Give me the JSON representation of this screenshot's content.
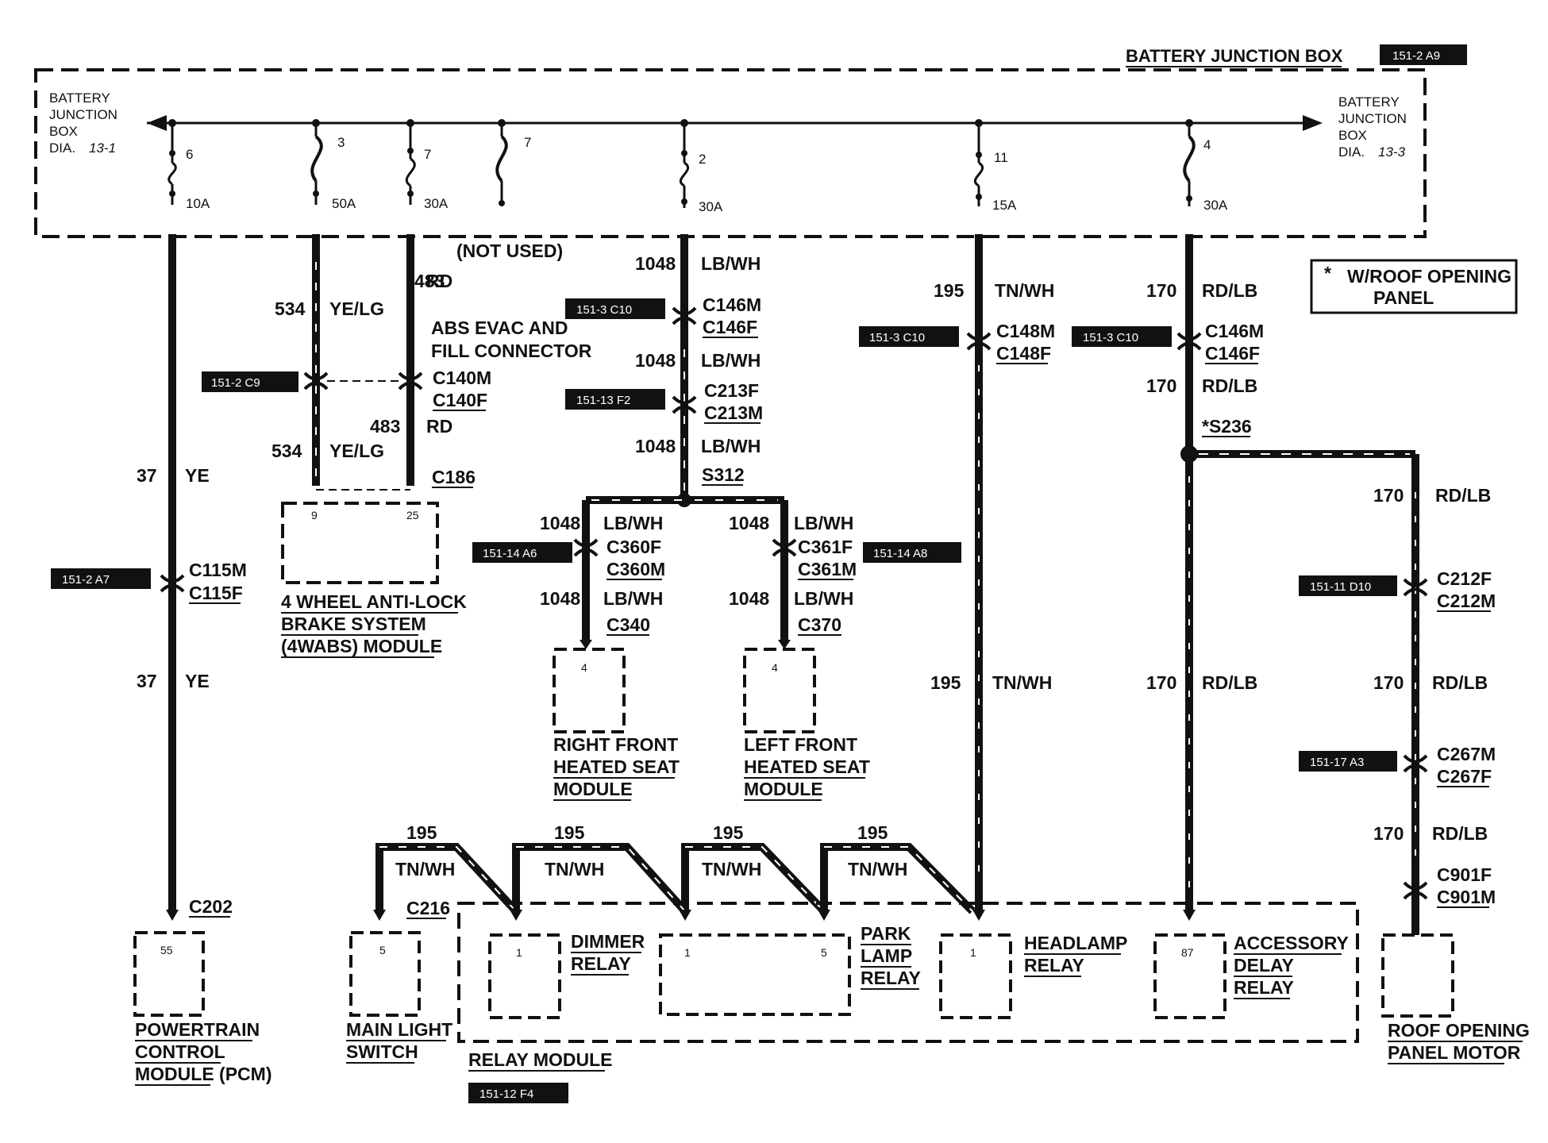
{
  "header": {
    "title": "BATTERY JUNCTION BOX",
    "ref": "151-2  A9"
  },
  "bjb_left": {
    "l1": "BATTERY",
    "l2": "JUNCTION",
    "l3": "BOX",
    "l4": "DIA.",
    "dia": "13-1"
  },
  "bjb_right": {
    "l1": "BATTERY",
    "l2": "JUNCTION",
    "l3": "BOX",
    "l4": "DIA.",
    "dia": "13-3"
  },
  "fuses": {
    "f6": {
      "num": "6",
      "amp": "10A"
    },
    "f3": {
      "num": "3",
      "amp": "50A"
    },
    "f7a": {
      "num": "7",
      "amp": "30A"
    },
    "f7b": {
      "num": "7"
    },
    "f2": {
      "num": "2",
      "amp": "30A"
    },
    "f11": {
      "num": "11",
      "amp": "15A"
    },
    "f4": {
      "num": "4",
      "amp": "30A"
    }
  },
  "not_used": "(NOT USED)",
  "note": {
    "star": "*",
    "line1": "W/ROOF OPENING",
    "line2": "PANEL"
  },
  "circuits": {
    "c37": "37",
    "ye": "YE",
    "c534": "534",
    "yelg": "YE/LG",
    "c483": "483",
    "rd": "RD",
    "c1048": "1048",
    "lbwh": "LB/WH",
    "c195": "195",
    "tnwh": "TN/WH",
    "c170": "170",
    "rdlb": "RD/LB"
  },
  "connectors": {
    "c115m": "C115M",
    "c115f": "C115F",
    "c140m": "C140M",
    "c140f": "C140F",
    "c186": "C186",
    "c146m": "C146M",
    "c146f": "C146F",
    "c213f": "C213F",
    "c213m": "C213M",
    "s312": "S312",
    "c360f": "C360F",
    "c360m": "C360M",
    "c361f": "C361F",
    "c361m": "C361M",
    "c340": "C340",
    "c370": "C370",
    "c148m": "C148M",
    "c148f": "C148F",
    "s236": "*S236",
    "c212f": "C212F",
    "c212m": "C212M",
    "c267m": "C267M",
    "c267f": "C267F",
    "c901f": "C901F",
    "c901m": "C901M",
    "c202": "C202",
    "c216": "C216"
  },
  "refs": {
    "r1": "151-3  C10",
    "r2": "151-2  C9",
    "r3": "151-13  F2",
    "r4": "151-14  A6",
    "r5": "151-14  A8",
    "r6": "151-2  A7",
    "r7": "151-3  C10",
    "r8": "151-3  C10",
    "r9": "151-11  D10",
    "r10": "151-17  A3",
    "r11": "151-12  F4"
  },
  "abs_evac": {
    "line1": "ABS EVAC AND",
    "line2": "FILL CONNECTOR"
  },
  "modules": {
    "abs": {
      "line1": "4 WHEEL ANTI-LOCK",
      "line2": "BRAKE SYSTEM",
      "line3": "(4WABS) MODULE",
      "pin_a": "9",
      "pin_b": "25"
    },
    "rfhs": {
      "line1": "RIGHT FRONT",
      "line2": "HEATED SEAT",
      "line3": "MODULE",
      "pin": "4"
    },
    "lfhs": {
      "line1": "LEFT FRONT",
      "line2": "HEATED SEAT",
      "line3": "MODULE",
      "pin": "4"
    },
    "pcm": {
      "line1": "POWERTRAIN",
      "line2": "CONTROL",
      "line3": "MODULE (PCM)",
      "pin": "55"
    },
    "mls": {
      "line1": "MAIN LIGHT",
      "line2": "SWITCH",
      "pin": "5"
    },
    "relay_module": "RELAY MODULE",
    "dimmer": {
      "line1": "DIMMER",
      "line2": "RELAY",
      "pin": "1"
    },
    "park": {
      "line1": "PARK",
      "line2": "LAMP",
      "line3": "RELAY",
      "pin_a": "1",
      "pin_b": "5"
    },
    "headlamp": {
      "line1": "HEADLAMP",
      "line2": "RELAY",
      "pin": "1"
    },
    "accessory": {
      "line1": "ACCESSORY",
      "line2": "DELAY",
      "line3": "RELAY",
      "pin": "87"
    },
    "roof": {
      "line1": "ROOF OPENING",
      "line2": "PANEL MOTOR"
    }
  }
}
